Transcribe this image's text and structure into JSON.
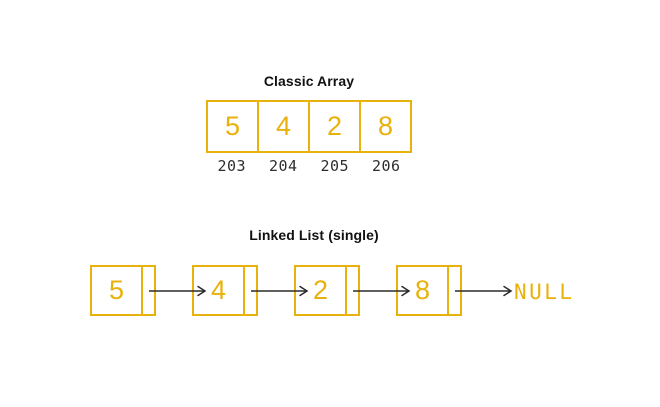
{
  "colors": {
    "accent": "#E9B10C",
    "title_text": "#111111",
    "address_text": "#2E2E2E",
    "arrow": "#2B2B2B",
    "background": "#FFFFFF"
  },
  "array_section": {
    "title": "Classic Array",
    "cells": [
      {
        "value": "5",
        "address": "203"
      },
      {
        "value": "4",
        "address": "204"
      },
      {
        "value": "2",
        "address": "205"
      },
      {
        "value": "8",
        "address": "206"
      }
    ]
  },
  "list_section": {
    "title": "Linked List (single)",
    "nodes": [
      {
        "value": "5"
      },
      {
        "value": "4"
      },
      {
        "value": "2"
      },
      {
        "value": "8"
      }
    ],
    "terminator": "NULL"
  }
}
